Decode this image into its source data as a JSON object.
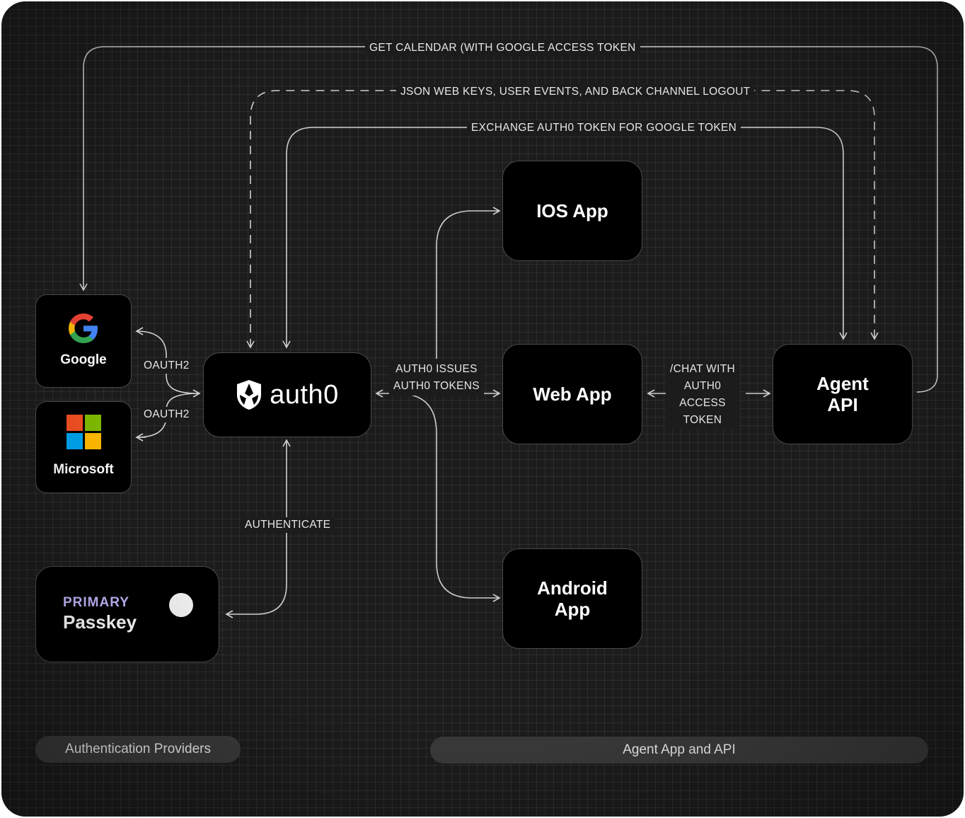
{
  "providers": {
    "google": {
      "label": "Google",
      "icon": "google-g-icon"
    },
    "microsoft": {
      "label": "Microsoft",
      "icon": "microsoft-logo-icon",
      "colors": [
        "#f25022",
        "#7fba00",
        "#00a4ef",
        "#ffb900"
      ]
    },
    "passkey": {
      "tag": "PRIMARY",
      "label": "Passkey",
      "tag_color": "#c4b5fd"
    }
  },
  "auth0": {
    "wordmark": "auth0",
    "icon": "auth0-shield-icon"
  },
  "apps": {
    "ios": "IOS App",
    "web": "Web App",
    "android": "Android App",
    "agent_api": "Agent API"
  },
  "edges": {
    "get_calendar": "GET CALENDAR (WITH GOOGLE ACCESS TOKEN",
    "json_web_keys": "JSON WEB KEYS, USER EVENTS, AND BACK CHANNEL LOGOUT",
    "exchange_token": "EXCHANGE AUTH0 TOKEN FOR GOOGLE TOKEN",
    "oauth2_google": "OAUTH2",
    "oauth2_microsoft": "OAUTH2",
    "auth0_issues": "AUTH0 ISSUES\nAUTH0 TOKENS",
    "chat_with": "/CHAT WITH\nAUTH0\nACCESS\nTOKEN",
    "authenticate": "AUTHENTICATE"
  },
  "groups": {
    "providers": "Authentication Providers",
    "agent": "Agent App and API"
  }
}
